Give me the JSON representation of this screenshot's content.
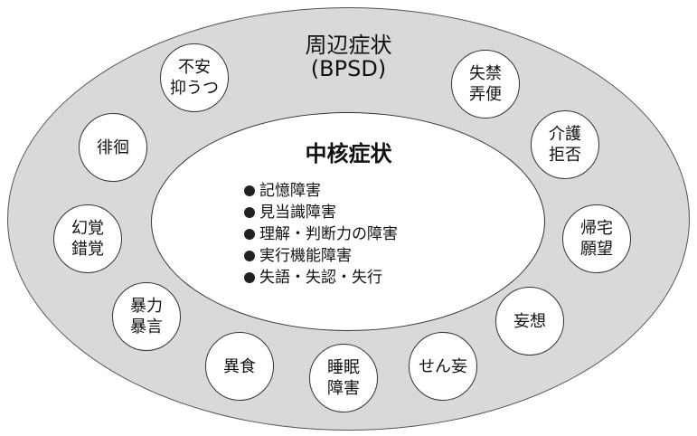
{
  "outer": {
    "title_line1": "周辺症状",
    "title_line2": "(BPSD)"
  },
  "core": {
    "title": "中核症状",
    "items": [
      "記憶障害",
      "見当識障害",
      "理解・判断力の障害",
      "実行機能障害",
      "失語・失認・失行"
    ]
  },
  "symptoms": [
    {
      "line1": "不安",
      "line2": "抑うつ"
    },
    {
      "line1": "失禁",
      "line2": "弄便"
    },
    {
      "line1": "徘徊",
      "line2": ""
    },
    {
      "line1": "介護",
      "line2": "拒否"
    },
    {
      "line1": "幻覚",
      "line2": "錯覚"
    },
    {
      "line1": "帰宅",
      "line2": "願望"
    },
    {
      "line1": "暴力",
      "line2": "暴言"
    },
    {
      "line1": "妄想",
      "line2": ""
    },
    {
      "line1": "異食",
      "line2": ""
    },
    {
      "line1": "睡眠",
      "line2": "障害"
    },
    {
      "line1": "せん妄",
      "line2": ""
    }
  ],
  "colors": {
    "outer_fill": "#d9d9d9",
    "inner_fill": "#ffffff"
  }
}
